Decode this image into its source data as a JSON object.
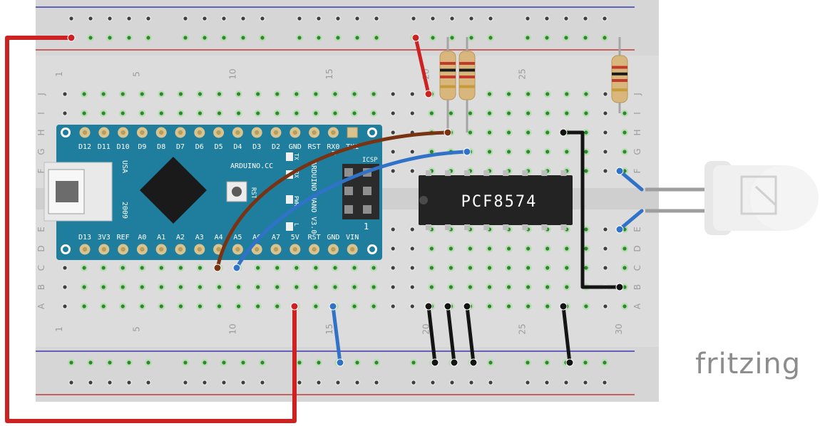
{
  "brand": "fritzing",
  "breadboard": {
    "column_numbers": [
      "1",
      "5",
      "10",
      "15",
      "20",
      "25",
      "30"
    ],
    "row_letters_upper": [
      "J",
      "I",
      "H",
      "G",
      "F"
    ],
    "row_letters_lower": [
      "E",
      "D",
      "C",
      "B",
      "A"
    ]
  },
  "arduino": {
    "top_pins": [
      "D12",
      "D11",
      "D10",
      "D9",
      "D8",
      "D7",
      "D6",
      "D5",
      "D4",
      "D3",
      "D2",
      "GND",
      "RST",
      "RX0",
      "TX1"
    ],
    "bottom_pins": [
      "D13",
      "3V3",
      "REF",
      "A0",
      "A1",
      "A2",
      "A3",
      "A4",
      "A5",
      "A6",
      "A7",
      "5V",
      "RST",
      "GND",
      "VIN"
    ],
    "label_site": "ARDUINO.CC",
    "label_usa": "USA",
    "label_year": "2009",
    "label_model": "ARDUINO NANO V3.0",
    "label_icsp": "ICSP",
    "label_rst": "RST",
    "led_labels": [
      "TX",
      "RX",
      "PWR",
      "L"
    ],
    "icsp_pin1": "1"
  },
  "ic": {
    "label": "PCF8574"
  },
  "colors": {
    "board": "#dddddd",
    "rail_blue": "#3b3bb0",
    "rail_red": "#c23a3a",
    "hole": "#3f3f3f",
    "hole_active": "#2a8a2a",
    "arduino_pcb": "#1f7e9e",
    "wire_red": "#cc2222",
    "wire_brown": "#7a3312",
    "wire_blue": "#2f72c8",
    "wire_black": "#141414",
    "ic_body": "#232323"
  }
}
